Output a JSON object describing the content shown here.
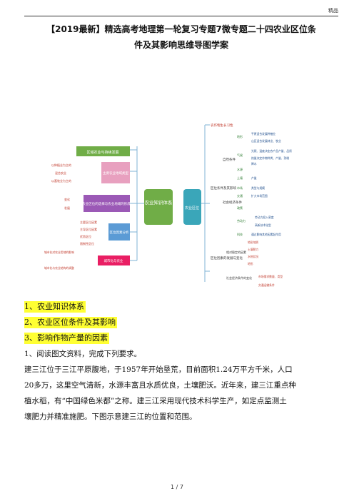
{
  "header": {
    "label": "精品"
  },
  "title": {
    "line1": "【2019最新】精选高考地理第一轮复习专题7微专题二十四农业区位条",
    "line2": "件及其影响思维导图学案"
  },
  "mindmap": {
    "center": "农业知识体系",
    "hub": "农业区位",
    "left": {
      "branches": [
        "区域农业与持续发展",
        "主要农业地域类型",
        "农业区位的选择与农业地域的形成",
        "区位因素分析",
        "城市化与农业"
      ],
      "leaves_type": [
        "以种植业为主的",
        "混合农业",
        "以畜牧业为主的"
      ],
      "leaves_select": [
        "变化",
        "发展"
      ],
      "leaves_factor": [
        "主要区位因素",
        "主导区位因素",
        "优势区位",
        "限制性区位"
      ],
      "leaves_city": [
        "城市化对农业用地的影响",
        "城市化与农业结构的调整"
      ]
    },
    "right": {
      "top": "农作物生长习性",
      "group1": "区位条件及其影响",
      "nature": "自然条件",
      "social": "社会经济条件",
      "nat_items": [
        "地形",
        "气候",
        "水源",
        "土壤"
      ],
      "nat_details": [
        "平原适合发展种植业",
        "山区适合发展林业、牧业",
        "光照、温度决定农产品产量、品质",
        "热量决定作物种类、产量、熟制",
        "降水",
        "产量"
      ],
      "soc_items": [
        "市场",
        "交通",
        "政策",
        "劳动力",
        "科技"
      ],
      "soc_details": [
        "类型与规模",
        "扩大市场范围",
        "劳动力投入密度",
        "高新技术化型",
        "通过影响其他因素起作用"
      ],
      "group2": "区位因素的发展与变化",
      "chg_a": "相对稳定的因素",
      "chg_a_items": [
        "地形地质",
        "土壤肥力",
        "水热状况",
        "地形"
      ],
      "chg_b": "社会经济条件的变化",
      "chg_b_items": [
        "市场需求数量、类型",
        "交通运输条件"
      ]
    }
  },
  "outline": [
    "1、农业知识体系",
    "2、农业区位条件及其影响",
    "3、影响作物产量的因素"
  ],
  "question": {
    "intro": "1、阅读图文资料，完成下列要求。",
    "p1": "建三江位于三江平原腹地，于1957年开始垦荒，目前面积1.24万平方千米，人口",
    "p2": "20多万，这里空气清新，水源丰富且水质优良，土壤肥沃。近年来，建三江重点种",
    "p3": "植水稻，有“中国绿色米都”之称。建三江采用现代技术科学生产，如定点监测土",
    "p4": "壤肥力并精准施肥。下图示意建三江的位置和范围。"
  },
  "footer": {
    "page": "1 / 7"
  },
  "colors": {
    "green": "#70ad47",
    "purple": "#9b59b6",
    "blue": "#5b9bd5",
    "orange": "#f4b183",
    "pink": "#e91e63",
    "highlight": "#ffff33"
  }
}
